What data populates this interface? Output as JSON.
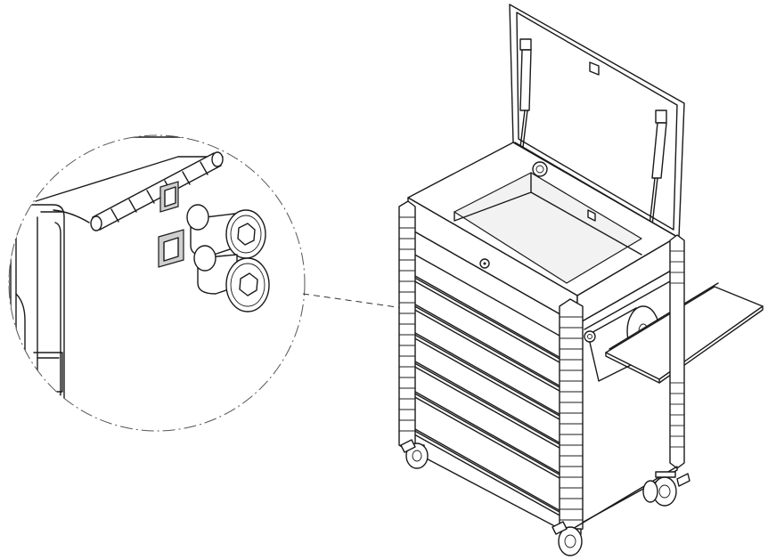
{
  "figure": {
    "subject": "tool-cart-exploded-view",
    "detail_callout": "hinge-and-fastener-detail",
    "drawer_count": 6,
    "caster_count": 4,
    "line_color": "#1a1a1a",
    "background_color": "#ffffff"
  }
}
